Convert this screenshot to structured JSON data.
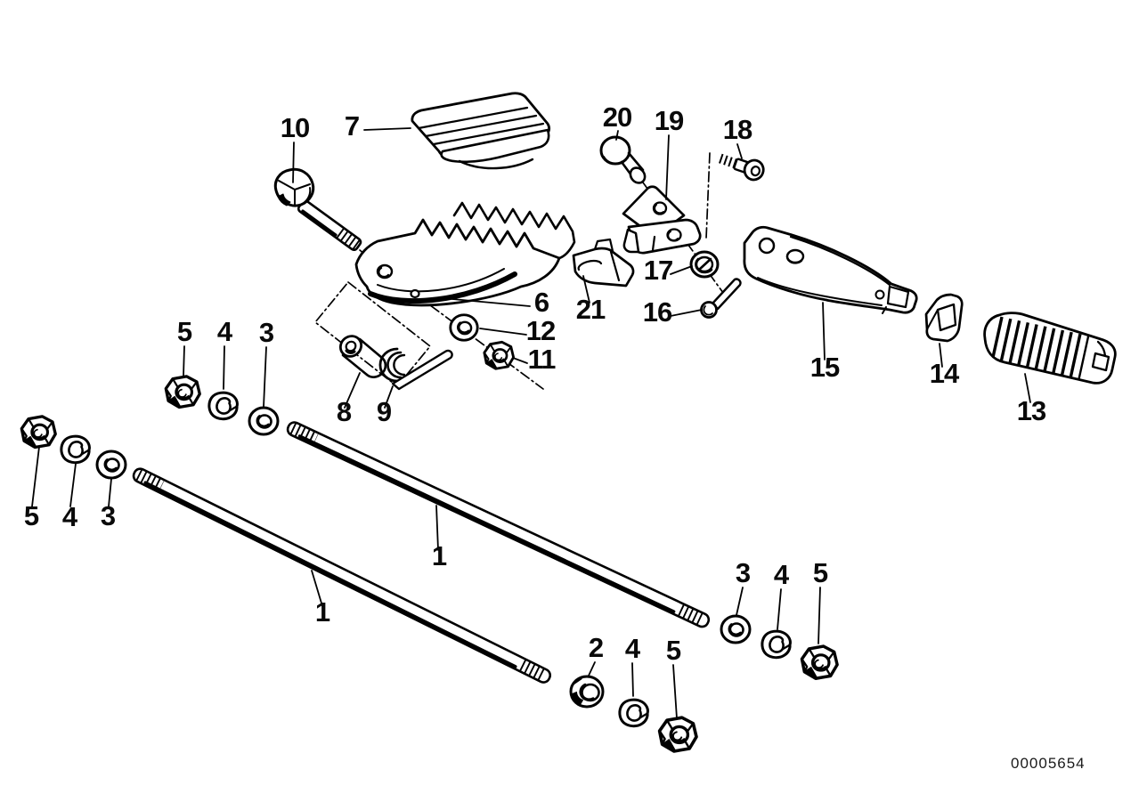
{
  "diagram": {
    "kind": "exploded-parts-diagram",
    "image_code": "00005654",
    "colors": {
      "background": "#ffffff",
      "line": "#000000"
    },
    "callouts": [
      {
        "label": "10"
      },
      {
        "label": "7"
      },
      {
        "label": "20"
      },
      {
        "label": "19"
      },
      {
        "label": "18"
      },
      {
        "label": "6"
      },
      {
        "label": "12"
      },
      {
        "label": "11"
      },
      {
        "label": "21"
      },
      {
        "label": "17"
      },
      {
        "label": "16"
      },
      {
        "label": "15"
      },
      {
        "label": "14"
      },
      {
        "label": "13"
      },
      {
        "label": "5"
      },
      {
        "label": "4"
      },
      {
        "label": "3"
      },
      {
        "label": "8"
      },
      {
        "label": "9"
      },
      {
        "label": "5"
      },
      {
        "label": "4"
      },
      {
        "label": "3"
      },
      {
        "label": "1"
      },
      {
        "label": "1"
      },
      {
        "label": "3"
      },
      {
        "label": "4"
      },
      {
        "label": "5"
      },
      {
        "label": "2"
      },
      {
        "label": "4"
      },
      {
        "label": "5"
      }
    ]
  }
}
